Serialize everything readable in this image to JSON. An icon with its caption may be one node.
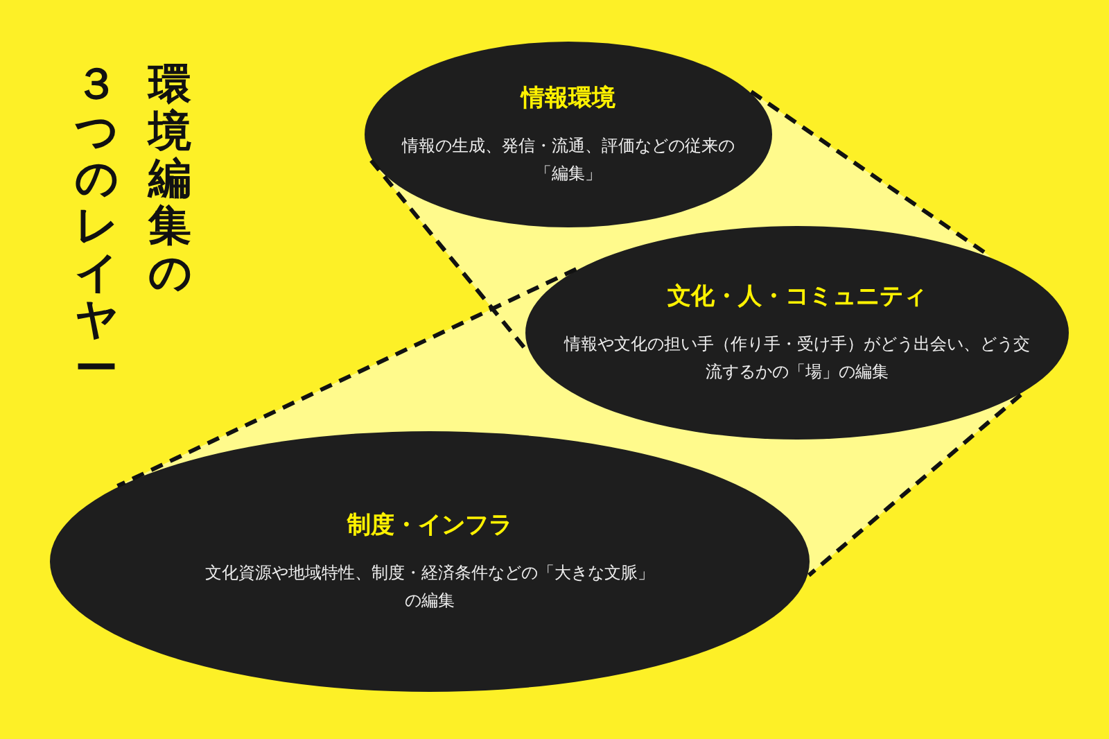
{
  "diagram": {
    "title": "環境編集の３つのレイヤー",
    "nodes": [
      {
        "text": [
          "情報環境",
          "情報の生成、発信・流通、評価などの従来の「編集」"
        ]
      },
      {
        "text": [
          "文化・人・コミュニティ",
          "情報や文化の担い手（作り手・受け手）がどう出会い、どう交流するかの「場」の編集"
        ]
      },
      {
        "text": [
          "制度・インフラ",
          "文化資源や地域特性、制度・経済条件などの「大きな文脈」の編集"
        ]
      }
    ],
    "edges": [
      {
        "from": 0,
        "to": 1,
        "arrow": "none",
        "style": "dashed"
      },
      {
        "from": 0,
        "to": 1,
        "arrow": "none",
        "style": "dashed"
      },
      {
        "from": 1,
        "to": 2,
        "arrow": "none",
        "style": "dashed"
      },
      {
        "from": 1,
        "to": 2,
        "arrow": "none",
        "style": "dashed"
      }
    ]
  }
}
